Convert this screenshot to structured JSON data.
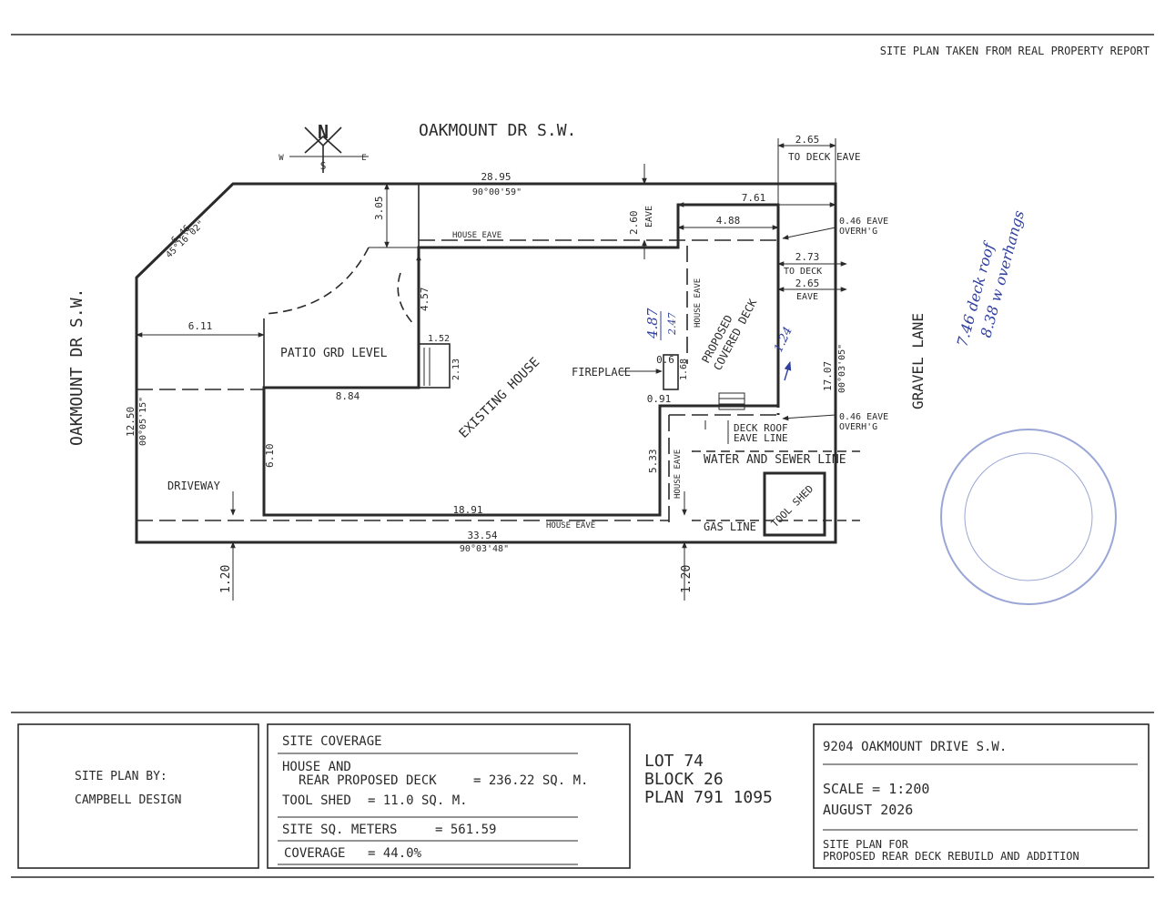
{
  "header": {
    "source_note": "SITE PLAN TAKEN FROM REAL PROPERTY REPORT"
  },
  "compass": {
    "north": "N",
    "south": "S",
    "west": "W",
    "east": "E"
  },
  "streets": {
    "top": "OAKMOUNT DR  S.W.",
    "left": "OAKMOUNT DR  S.W.",
    "right": "GRAVEL LANE"
  },
  "dims": {
    "d_2_65_top": "2.65",
    "to_deck_eave": "TO DECK EAVE",
    "d_28_95": "28.95",
    "a_90_00_59": "90°00'59\"",
    "d_6_46": "6.46",
    "a_45_16_02": "45°16'02\"",
    "d_3_05": "3.05",
    "d_2_60": "2.60",
    "eave": "EAVE",
    "d_7_61": "7.61",
    "d_4_88": "4.88",
    "eave_overhg_1": "0.46 EAVE",
    "overhg_1": "OVERH'G",
    "d_2_73": "2.73",
    "to_deck": "TO DECK",
    "d_2_65_mid": "2.65",
    "eave_2": "EAVE",
    "house_eave_top": "HOUSE EAVE",
    "house_eave_vert": "HOUSE EAVE",
    "d_4_57": "4.57",
    "d_6_11": "6.11",
    "d_1_52": "1.52",
    "d_2_13": "2.13",
    "d_8_84": "8.84",
    "d_0_6": "0.6",
    "d_1_68": "1.68",
    "d_0_91": "0.91",
    "d_17_07": "17.07",
    "a_00_03_05": "00°03'05\"",
    "eave_overhg_2": "0.46 EAVE",
    "overhg_2": "OVERH'G",
    "d_12_50": "12.50",
    "a_00_05_15": "00°05'15\"",
    "d_6_10": "6.10",
    "d_5_33": "5.33",
    "house_eave_low_vert": "HOUSE EAVE",
    "d_18_91": "18.91",
    "house_eave_bottom": "HOUSE EAVE",
    "d_33_54": "33.54",
    "a_90_03_48": "90°03'48\"",
    "d_1_20_left": "1.20",
    "d_1_20_right": "1.20"
  },
  "labels": {
    "patio": "PATIO GRD LEVEL",
    "existing_house": "EXISTING HOUSE",
    "fireplace": "FIREPLACE",
    "proposed_deck_1": "PROPOSED",
    "proposed_deck_2": "COVERED DECK",
    "deck_roof_1": "DECK ROOF",
    "deck_roof_2": "EAVE LINE",
    "water_sewer": "WATER AND SEWER LINE",
    "driveway": "DRIVEWAY",
    "tool_shed": "TOOL SHED",
    "gas_line": "GAS LINE"
  },
  "handwritten": {
    "h_4_87": "4.87",
    "h_2_47": "2.47",
    "h_1_24": "1.24",
    "note_line1": "7.46 deck roof",
    "note_line2": "8.38 w overhangs"
  },
  "title_block": {
    "designer_label": "SITE PLAN BY:",
    "designer_name": "CAMPBELL DESIGN",
    "coverage_title": "SITE COVERAGE",
    "house_label_1": "HOUSE AND",
    "house_label_2": "REAR PROPOSED DECK",
    "house_value": "= 236.22  SQ. M.",
    "shed_label": "TOOL SHED",
    "shed_value": "= 11.0 SQ. M.",
    "site_label": "SITE  SQ. METERS",
    "site_value": "= 561.59",
    "coverage_label": "COVERAGE",
    "coverage_value": "= 44.0%",
    "lot": "LOT 74",
    "block": "BLOCK 26",
    "plan": "PLAN 791 1095",
    "address": "9204 OAKMOUNT DRIVE  S.W.",
    "scale": "SCALE  =  1:200",
    "date": "AUGUST  2026",
    "purpose_1": "SITE PLAN FOR",
    "purpose_2": "PROPOSED REAR DECK REBUILD AND ADDITION"
  },
  "colors": {
    "ink": "#2a2a2a",
    "pen": "#2f3fa0",
    "stamp": "#9aa6d6"
  }
}
